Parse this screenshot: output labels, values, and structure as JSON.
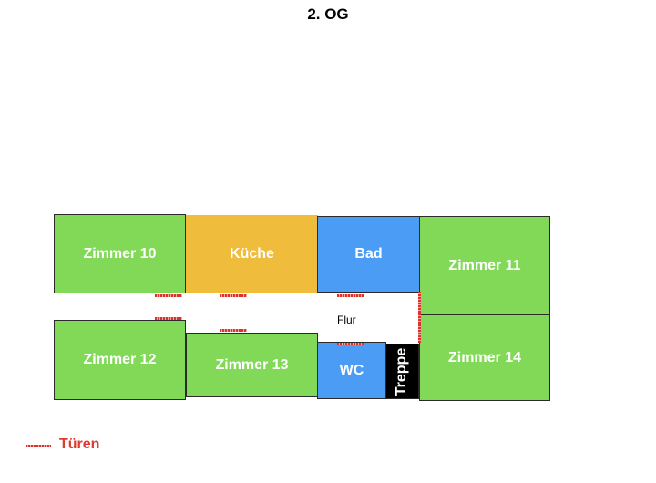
{
  "title": "2. OG",
  "rooms": {
    "zimmer10": "Zimmer 10",
    "kueche": "Küche",
    "bad": "Bad",
    "zimmer11": "Zimmer 11",
    "zimmer12": "Zimmer 12",
    "zimmer13": "Zimmer 13",
    "wc": "WC",
    "treppe": "Treppe",
    "zimmer14": "Zimmer 14"
  },
  "corridor": "Flur",
  "legend": {
    "doors_label": "Türen"
  },
  "colors": {
    "room_green": "#82d957",
    "kitchen_yellow": "#f0bc3c",
    "bath_blue": "#4a9cf4",
    "stairs_black": "#000000",
    "door_red": "#d9332b",
    "legend_text_red": "#e0392f"
  }
}
